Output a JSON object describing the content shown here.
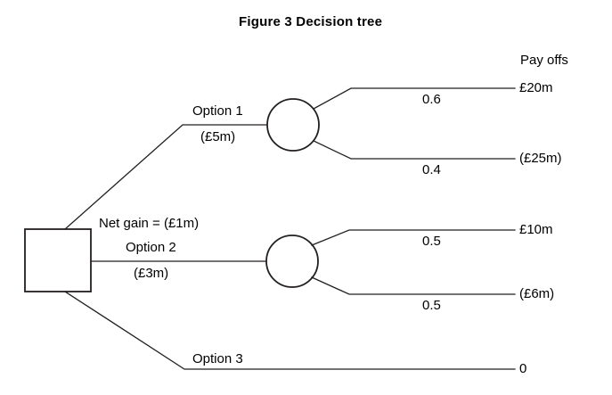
{
  "figure": {
    "title": "Figure 3  Decision tree",
    "payoffs_header": "Pay offs",
    "net_gain_label": "Net gain = (£1m)"
  },
  "nodes": {
    "decision_node_name": "decision-node",
    "chance_node_1_name": "chance-node-1",
    "chance_node_2_name": "chance-node-2"
  },
  "options": [
    {
      "label": "Option 1",
      "cost": "(£5m)",
      "outcomes": [
        {
          "probability": "0.6",
          "payoff": "£20m"
        },
        {
          "probability": "0.4",
          "payoff": "(£25m)"
        }
      ]
    },
    {
      "label": "Option 2",
      "cost": "(£3m)",
      "outcomes": [
        {
          "probability": "0.5",
          "payoff": "£10m"
        },
        {
          "probability": "0.5",
          "payoff": "(£6m)"
        }
      ]
    },
    {
      "label": "Option 3",
      "cost": "",
      "outcomes": [
        {
          "probability": "",
          "payoff": "0"
        }
      ]
    }
  ],
  "colors": {
    "stroke": "#231f20",
    "text": "#000000",
    "background": "#ffffff"
  }
}
